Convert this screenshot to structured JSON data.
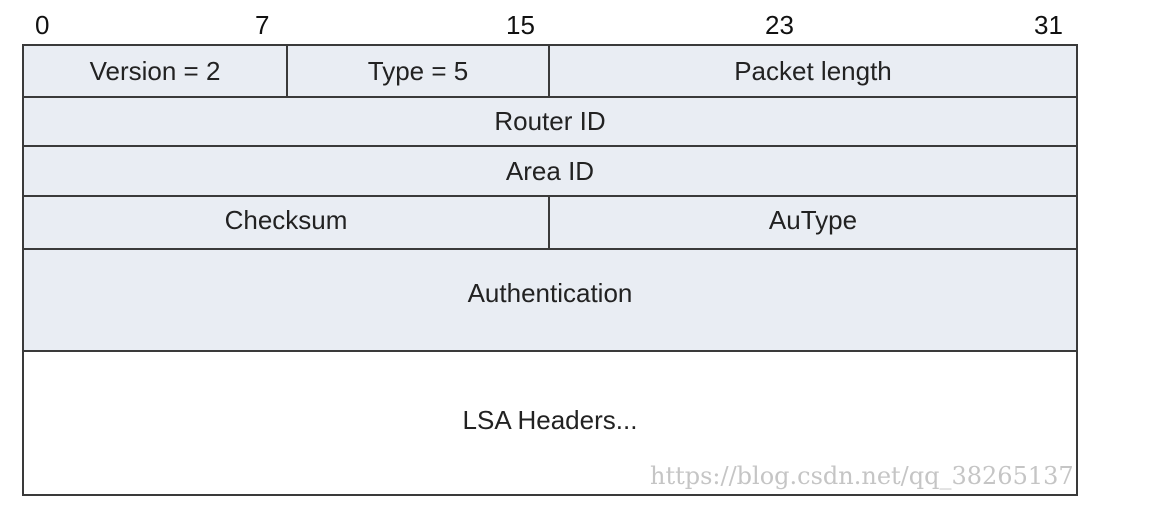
{
  "bit_ruler": [
    "0",
    "7",
    "15",
    "23",
    "31"
  ],
  "rows": {
    "r1": {
      "version": "Version = 2",
      "type": "Type = 5",
      "packet_length": "Packet length"
    },
    "r2": {
      "router_id": "Router ID"
    },
    "r3": {
      "area_id": "Area ID"
    },
    "r4": {
      "checksum": "Checksum",
      "autype": "AuType"
    },
    "r5": {
      "authentication": "Authentication"
    },
    "r6": {
      "lsa_headers": "LSA Headers..."
    }
  },
  "colors": {
    "header_fill": "#e9edf3",
    "body_fill": "#ffffff",
    "border": "#3a3a3a"
  },
  "watermark": "https://blog.csdn.net/qq_38265137"
}
